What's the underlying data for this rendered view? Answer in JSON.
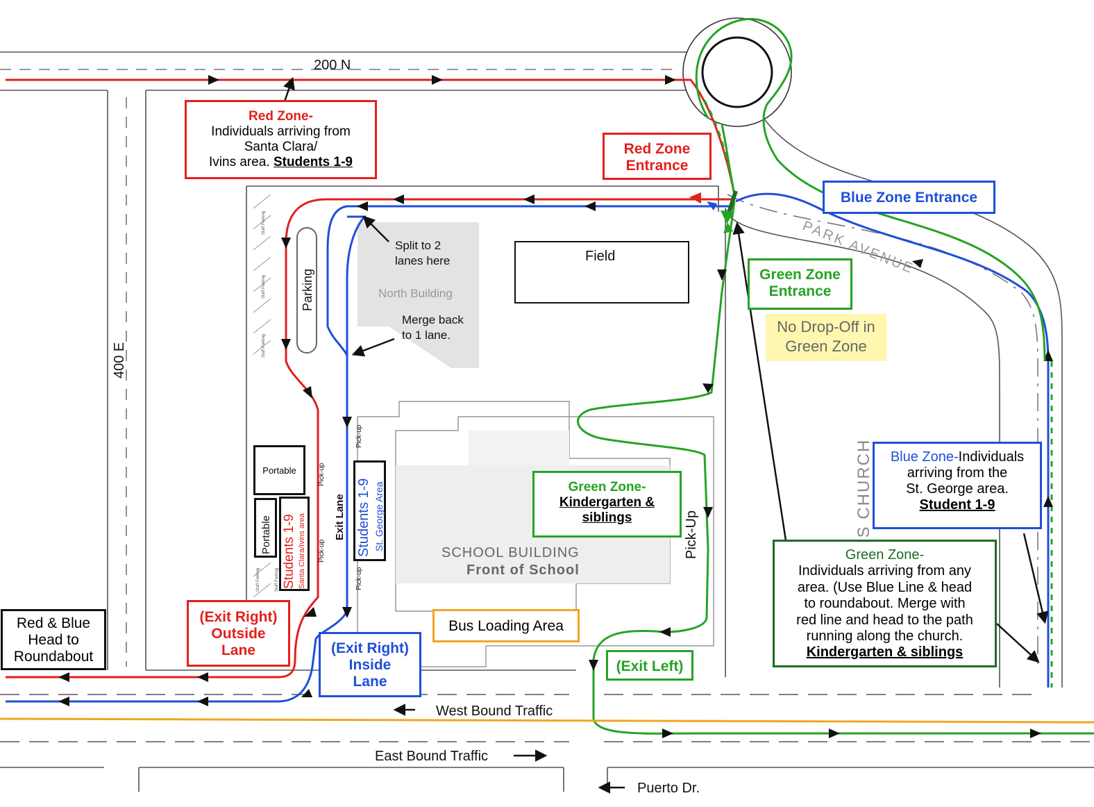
{
  "colors": {
    "red_route": "#e3201b",
    "blue_route": "#1f4fd8",
    "green_route": "#25a325",
    "dark_green": "#1f6b22",
    "orange": "#f0a623",
    "yellow_note_bg": "#fff7b0",
    "north_building_fill": "#e3e3e3"
  },
  "streets": {
    "north": "200 N",
    "west": "400 E",
    "park_avenue": "PARK AVENUE",
    "church": "OS CHURCH",
    "south_west_bound": "West Bound Traffic",
    "south_east_bound": "East Bound Traffic",
    "puerto": "Puerto Dr."
  },
  "buildings": {
    "field": "Field",
    "north_building": "North Building",
    "parking": "Parking",
    "portable_top": "Portable",
    "portable_side": "Portable",
    "school_building": "SCHOOL  BUILDING",
    "front_of_school": "Front of School",
    "exit_lane": "Exit Lane",
    "pick_up_large": "Pick-Up",
    "pick_up_small": "Pick-up",
    "staff_parking": "Staff Parking"
  },
  "zones": {
    "red_zone_box": {
      "title": "Red Zone-",
      "line1": "Individuals arriving from",
      "line2": "Santa Clara/",
      "line3_prefix": "Ivins area. ",
      "line3_bold": "Students 1-9"
    },
    "red_zone_entrance": {
      "line1": "Red Zone",
      "line2": "Entrance"
    },
    "blue_zone_entrance": "Blue Zone Entrance",
    "green_zone_entrance": {
      "line1": "Green Zone",
      "line2": "Entrance"
    },
    "no_dropoff": {
      "line1": "No Drop-Off in",
      "line2": "Green Zone"
    },
    "green_kinder_box": {
      "title": "Green Zone-",
      "line1": "Kindergarten &",
      "line2": "siblings"
    },
    "blue_zone_box": {
      "title": "Blue Zone-",
      "line1_suffix": "Individuals",
      "line2": "arriving from the",
      "line3": "St. George area.",
      "line4": "Student 1-9"
    },
    "green_zone_box": {
      "title": "Green Zone-",
      "line1": "Individuals arriving from any",
      "line2": "area. (Use Blue Line & head",
      "line3": "to roundabout. Merge with",
      "line4": "red line and head to the path",
      "line5": "running along the church.",
      "line6": "Kindergarten & siblings"
    },
    "exit_right_outside": {
      "line1": "(Exit Right)",
      "line2": "Outside",
      "line3": "Lane"
    },
    "exit_right_inside": {
      "line1": "(Exit Right)",
      "line2": "Inside",
      "line3": "Lane"
    },
    "exit_left": "(Exit Left)",
    "bus_loading": "Bus Loading Area",
    "red_blue_head": {
      "line1": "Red & Blue",
      "line2": "Head to",
      "line3": "Roundabout"
    },
    "students_red": {
      "line1": "Students 1-9",
      "line2": "Santa Clara/Ivins area"
    },
    "students_blue": {
      "line1": "Students 1-9",
      "line2": "St. George Area"
    }
  },
  "notes": {
    "split": {
      "line1": "Split to 2",
      "line2": "lanes here"
    },
    "merge": {
      "line1": "Merge back",
      "line2": "to 1 lane."
    }
  }
}
